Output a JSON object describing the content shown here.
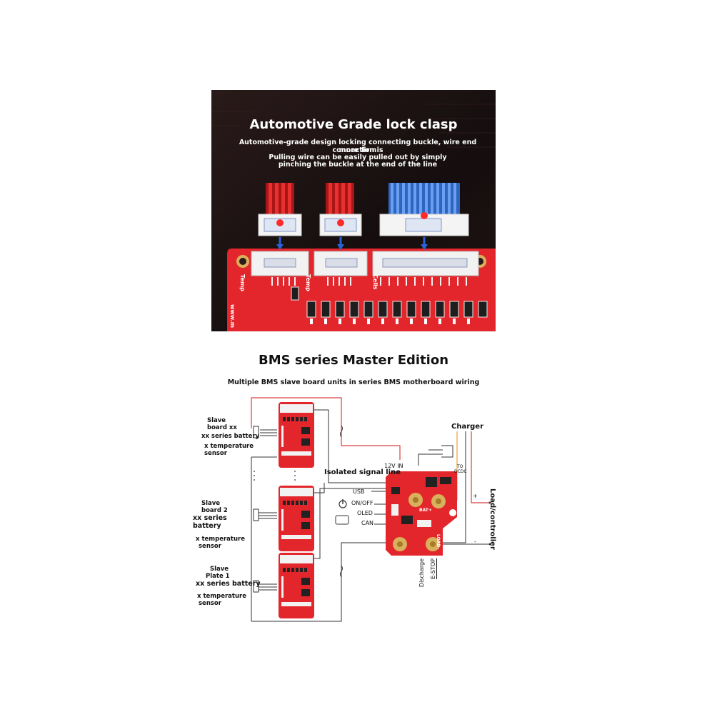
{
  "photo": {
    "title": "Automotive Grade lock clasp",
    "desc_line1": "Automotive-grade design locking connecting buckle, wire end connection is",
    "desc_line2": "more firm",
    "desc_line3": "Pulling wire can be easily pulled out by simply",
    "desc_line4": "pinching the buckle at the end of the line",
    "silk_temp": "Temp",
    "silk_temp2": "Temp",
    "silk_cells": "Cells",
    "silk_www": "www.m"
  },
  "diagram": {
    "title": "BMS series Master Edition",
    "subtitle": "Multiple BMS slave board units in series BMS motherboard wiring",
    "slave_xx": {
      "line1": "Slave",
      "line2": "board xx",
      "line3": "xx series battery",
      "line4": "x temperature",
      "line5": "sensor"
    },
    "slave_2": {
      "line1": "Slave",
      "line2": "board 2",
      "line3": "xx series",
      "line4": "battery",
      "line5": "x temperature",
      "line6": "sensor"
    },
    "slave_1": {
      "line1": "Slave",
      "line2": "Plate 1",
      "line3": "xx series battery",
      "line4": "x temperature",
      "line5": "sensor"
    },
    "isolated": "Isolated signal line",
    "charger": "Charger",
    "load": "Load/controller",
    "in12v": "12V IN",
    "usb": "USB",
    "onoff": "ON/OFF",
    "oled": "OLED",
    "can": "CAN",
    "to_dcdc_1": "TO",
    "to_dcdc_2": "DCDC",
    "discharge": "Discharge",
    "estop": "E-STOP",
    "plus": "+",
    "minus": "-",
    "dots": "·",
    "bat_plus": "BAT+",
    "load_minus": "LOAD-"
  },
  "colors": {
    "board_red": "#e3262b",
    "wire_red": "#d84040",
    "wire_black": "#333333",
    "wire_orange": "#e8a23a",
    "photo_bg": "#1a1212",
    "cable_blue": "#4a86e0"
  }
}
